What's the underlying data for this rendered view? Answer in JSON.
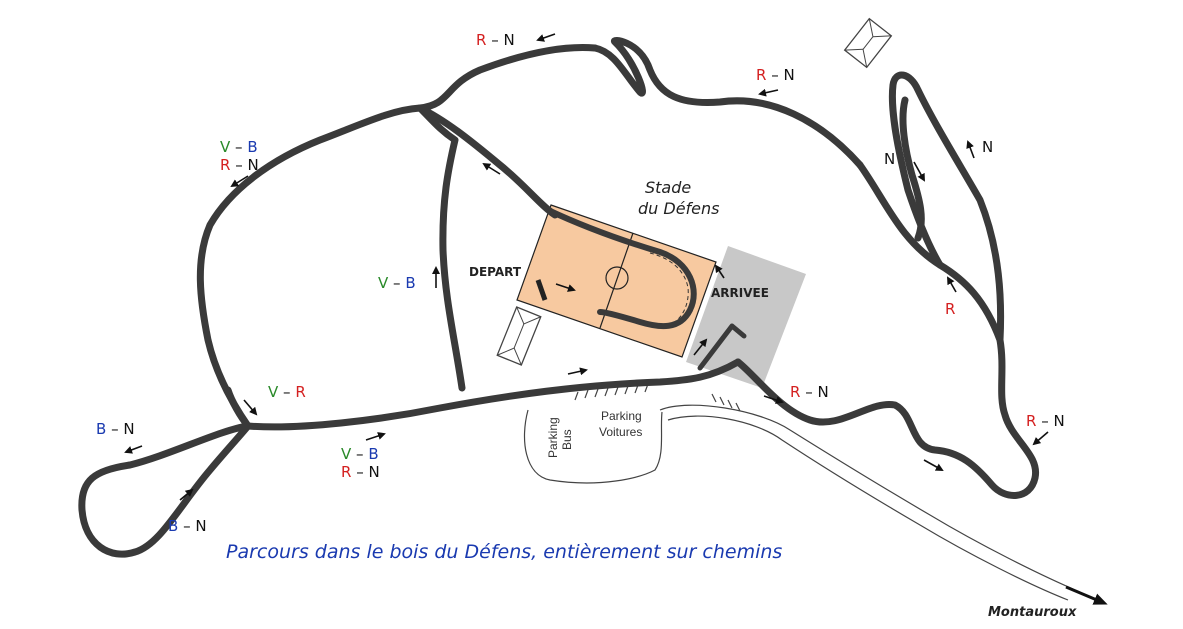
{
  "colors": {
    "V": "#2a8a2a",
    "R": "#d42020",
    "B": "#1a3ab0",
    "N": "#111111",
    "stadium": "#f7c9a0",
    "finish_zone": "#c8c8c8",
    "route": "#3a3a3a",
    "caption": "#1a3ab0"
  },
  "labels": {
    "stadium_line1": "Stade",
    "stadium_line2": "du Défens",
    "depart": "DEPART",
    "arrivee": "ARRIVEE",
    "parking_bus_line1": "Parking",
    "parking_bus_line2": "Bus",
    "parking_cars_line1": "Parking",
    "parking_cars_line2": "Voitures",
    "montauroux": "Montauroux",
    "caption": "Parcours dans le bois du Défens, entièrement sur chemins"
  },
  "route_codes": [
    {
      "id": "top-left",
      "line1": [
        {
          "t": "R",
          "c": "R"
        },
        {
          "t": " – ",
          "c": "N"
        },
        {
          "t": "N",
          "c": "N"
        }
      ]
    },
    {
      "id": "top-right",
      "line1": [
        {
          "t": "R",
          "c": "R"
        },
        {
          "t": " – ",
          "c": "N"
        },
        {
          "t": "N",
          "c": "N"
        }
      ]
    },
    {
      "id": "west-upper",
      "line1": [
        {
          "t": "V",
          "c": "V"
        },
        {
          "t": " – ",
          "c": "N"
        },
        {
          "t": "B",
          "c": "B"
        }
      ],
      "line2": [
        {
          "t": "R",
          "c": "R"
        },
        {
          "t": " – ",
          "c": "N"
        },
        {
          "t": "N",
          "c": "N"
        }
      ]
    },
    {
      "id": "center-vb",
      "line1": [
        {
          "t": "V",
          "c": "V"
        },
        {
          "t": " – ",
          "c": "N"
        },
        {
          "t": "B",
          "c": "B"
        }
      ]
    },
    {
      "id": "loop-n-left",
      "line1": [
        {
          "t": "N",
          "c": "N"
        }
      ]
    },
    {
      "id": "loop-n-right",
      "line1": [
        {
          "t": "N",
          "c": "N"
        }
      ]
    },
    {
      "id": "east-r",
      "line1": [
        {
          "t": "R",
          "c": "R"
        }
      ]
    },
    {
      "id": "sw-vr",
      "line1": [
        {
          "t": "V",
          "c": "V"
        },
        {
          "t": " – ",
          "c": "N"
        },
        {
          "t": "R",
          "c": "R"
        }
      ]
    },
    {
      "id": "far-left-bn",
      "line1": [
        {
          "t": "B",
          "c": "B"
        },
        {
          "t": " – ",
          "c": "N"
        },
        {
          "t": "N",
          "c": "N"
        }
      ]
    },
    {
      "id": "bottom-mid",
      "line1": [
        {
          "t": "V",
          "c": "V"
        },
        {
          "t": " – ",
          "c": "N"
        },
        {
          "t": "B",
          "c": "B"
        }
      ],
      "line2": [
        {
          "t": "R",
          "c": "R"
        },
        {
          "t": " – ",
          "c": "N"
        },
        {
          "t": "N",
          "c": "N"
        }
      ]
    },
    {
      "id": "bottom-left",
      "line1": [
        {
          "t": "B",
          "c": "B"
        },
        {
          "t": " – ",
          "c": "N"
        },
        {
          "t": "N",
          "c": "N"
        }
      ]
    },
    {
      "id": "after-finish",
      "line1": [
        {
          "t": "R",
          "c": "R"
        },
        {
          "t": " – ",
          "c": "N"
        },
        {
          "t": "N",
          "c": "N"
        }
      ]
    },
    {
      "id": "east-rn",
      "line1": [
        {
          "t": "R",
          "c": "R"
        },
        {
          "t": " – ",
          "c": "N"
        },
        {
          "t": "N",
          "c": "N"
        }
      ]
    }
  ]
}
